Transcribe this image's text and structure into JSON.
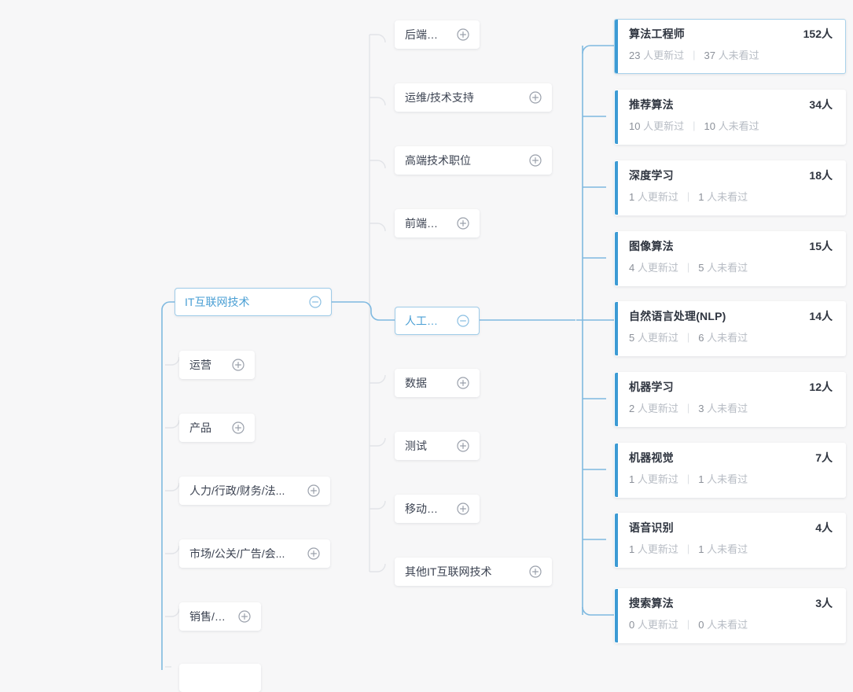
{
  "theme": {
    "background": "#f7f7f8",
    "accent_blue": "#3d9bd4",
    "active_border": "#9ecbe8",
    "active_text": "#4a9fd4",
    "link_active": "#7fb9e0",
    "link_inactive": "#e2e4e8",
    "node_text": "#3c4352",
    "card_title": "#2f3540",
    "stat_muted": "#b7bcc4",
    "stat_number": "#8b9099"
  },
  "icons": {
    "expand": "plus-circle-icon",
    "collapse": "minus-circle-icon"
  },
  "root": {
    "label": "IT互联网技术",
    "state": "expanded",
    "toggle": "collapse"
  },
  "level1": [
    {
      "label": "运营",
      "toggle": "expand",
      "state": "collapsed"
    },
    {
      "label": "产品",
      "toggle": "expand",
      "state": "collapsed"
    },
    {
      "label": "人力/行政/财务/法...",
      "toggle": "expand",
      "state": "collapsed"
    },
    {
      "label": "市场/公关/广告/会...",
      "toggle": "expand",
      "state": "collapsed"
    },
    {
      "label": "销售/客服",
      "toggle": "expand",
      "state": "collapsed"
    }
  ],
  "level2": [
    {
      "label": "后端开发",
      "toggle": "expand",
      "state": "collapsed"
    },
    {
      "label": "运维/技术支持",
      "toggle": "expand",
      "state": "collapsed"
    },
    {
      "label": "高端技术职位",
      "toggle": "expand",
      "state": "collapsed"
    },
    {
      "label": "前端开发",
      "toggle": "expand",
      "state": "collapsed"
    },
    {
      "label": "人工智能",
      "toggle": "collapse",
      "state": "expanded"
    },
    {
      "label": "数据",
      "toggle": "expand",
      "state": "collapsed"
    },
    {
      "label": "测试",
      "toggle": "expand",
      "state": "collapsed"
    },
    {
      "label": "移动开发",
      "toggle": "expand",
      "state": "collapsed"
    },
    {
      "label": "其他IT互联网技术",
      "toggle": "expand",
      "state": "collapsed"
    }
  ],
  "cards": {
    "updated_suffix": "人更新过",
    "unseen_suffix": "人未看过",
    "count_unit": "人",
    "separator": "|",
    "items": [
      {
        "title": "算法工程师",
        "count": "152",
        "updated": "23",
        "unseen": "37",
        "selected": true
      },
      {
        "title": "推荐算法",
        "count": "34",
        "updated": "10",
        "unseen": "10",
        "selected": false
      },
      {
        "title": "深度学习",
        "count": "18",
        "updated": "1",
        "unseen": "1",
        "selected": false
      },
      {
        "title": "图像算法",
        "count": "15",
        "updated": "4",
        "unseen": "5",
        "selected": false
      },
      {
        "title": "自然语言处理(NLP)",
        "count": "14",
        "updated": "5",
        "unseen": "6",
        "selected": false
      },
      {
        "title": "机器学习",
        "count": "12",
        "updated": "2",
        "unseen": "3",
        "selected": false
      },
      {
        "title": "机器视觉",
        "count": "7",
        "updated": "1",
        "unseen": "1",
        "selected": false
      },
      {
        "title": "语音识别",
        "count": "4",
        "updated": "1",
        "unseen": "1",
        "selected": false
      },
      {
        "title": "搜索算法",
        "count": "3",
        "updated": "0",
        "unseen": "0",
        "selected": false
      }
    ]
  }
}
